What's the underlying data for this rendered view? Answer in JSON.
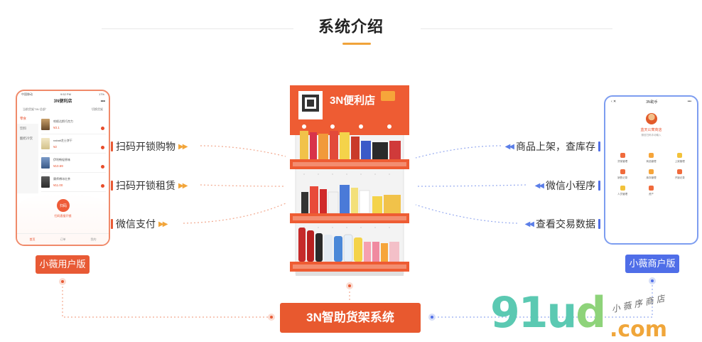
{
  "header": {
    "title": "系统介绍"
  },
  "user_phone": {
    "status_left": "中国移动",
    "status_time": "9:52 PM",
    "status_right": "17%",
    "title": "3N便利店",
    "info_left": "当前货架\"3N·总部\"",
    "info_right": "切换货架",
    "categories": [
      "零食",
      "饮料",
      "酸奶冷饮"
    ],
    "items": [
      {
        "name": "哈根达斯巧克力",
        "price": "¥3.1"
      },
      {
        "name": "nabati芝士饼干",
        "price": "¥2"
      },
      {
        "name": "伊利畅轻原味",
        "price": "¥10.69"
      },
      {
        "name": "康师傅冰红茶",
        "price": "¥11.00"
      }
    ],
    "scan_button": "扫码",
    "scan_label": "扫码直接开锁",
    "tabs": [
      "首页",
      "订单",
      "我的"
    ]
  },
  "merchant_phone": {
    "title": "3N助手",
    "shop_name": "蓝天公寓商店",
    "shop_sub": "微信扫码手动输入",
    "menu": [
      "货架管理",
      "商品管理",
      "上架管理",
      "销售记录",
      "库存管理",
      "开锁记录",
      "人员管理",
      "资产"
    ]
  },
  "left_features": [
    "扫码开锁购物",
    "扫码开锁租赁",
    "微信支付"
  ],
  "right_features": [
    "商品上架，查库存",
    "微信小程序",
    "查看交易数据"
  ],
  "user_tag": "小薇用户版",
  "merchant_tag": "小薇商户版",
  "shelf": {
    "brand": "3N便利店"
  },
  "center_button": "3N智助货架系统",
  "watermark": {
    "logo_a": "91u",
    "logo_d": "d",
    "com": ".com",
    "text": "小薇序商店"
  },
  "colors": {
    "accent_orange": "#e8592f",
    "accent_blue": "#4f6ee8",
    "title_bar": "#f0a33a"
  }
}
